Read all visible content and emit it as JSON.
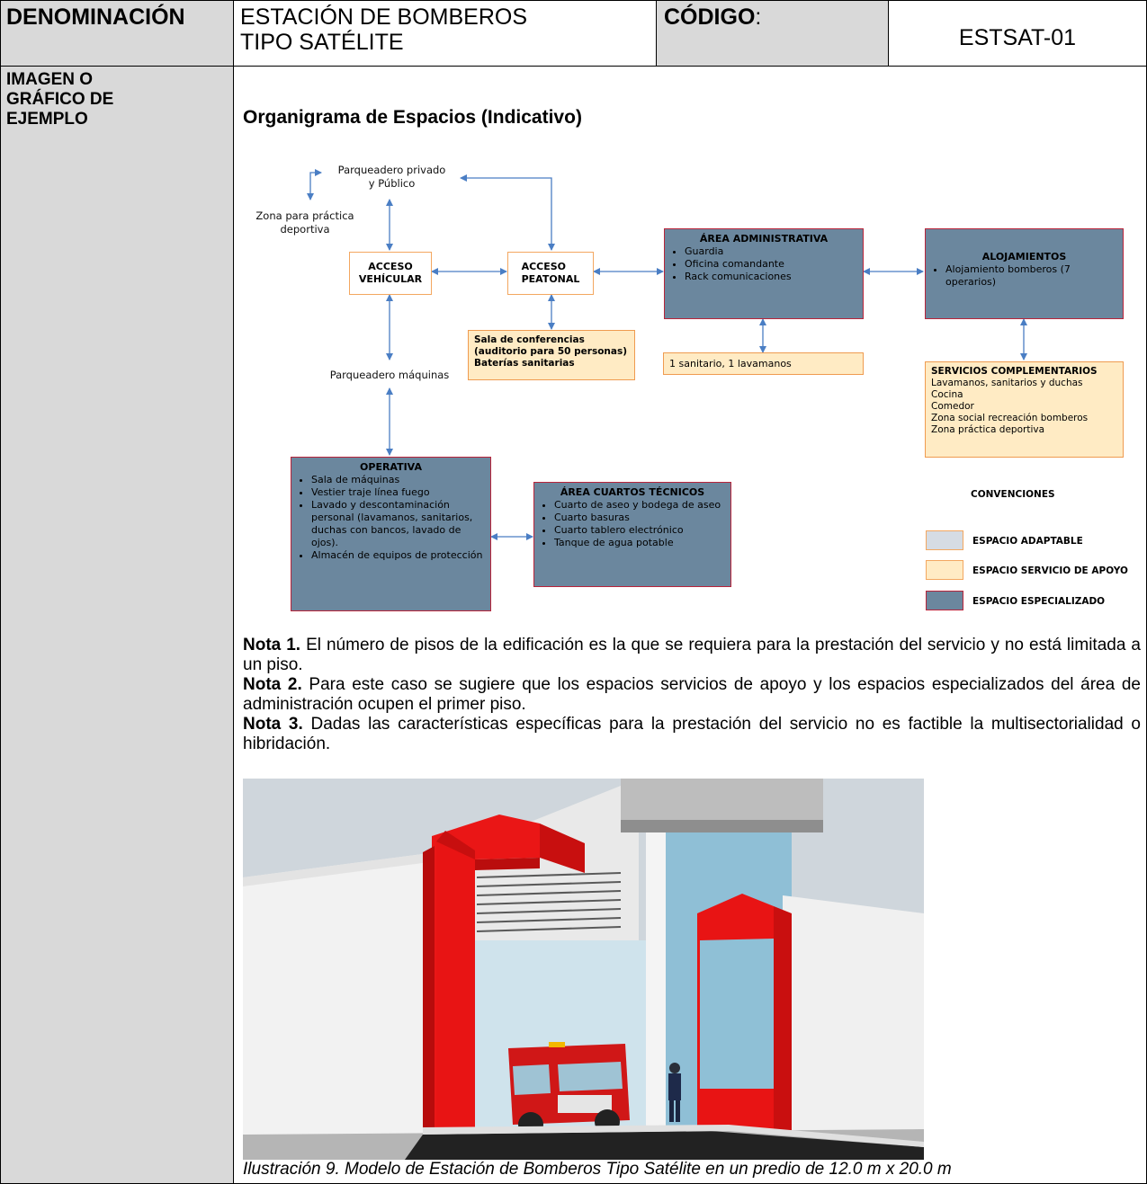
{
  "header": {
    "denominacion_label": "DENOMINACIÓN",
    "denominacion_value_line1": "ESTACIÓN DE BOMBEROS",
    "denominacion_value_line2": "TIPO SATÉLITE",
    "codigo_label": "CÓDIGO",
    "codigo_colon": ":",
    "codigo_value": "ESTSAT-01"
  },
  "side": {
    "line1": "IMAGEN O",
    "line2": "GRÁFICO DE",
    "line3": "EJEMPLO"
  },
  "organigrama": {
    "title": "Organigrama de Espacios (Indicativo)",
    "parking_public_line1": "Parqueadero privado",
    "parking_public_line2": "y Público",
    "sports_line1": "Zona para práctica",
    "sports_line2": "deportiva",
    "parking_machines": "Parqueadero máquinas",
    "acceso_vehicular_line1": "ACCESO",
    "acceso_vehicular_line2": "VEHÍCULAR",
    "acceso_peatonal_line1": "ACCESO",
    "acceso_peatonal_line2": "PEATONAL",
    "sala_line1": "Sala de conferencias",
    "sala_line2": "(auditorio para 50 personas)",
    "sala_line3": "Baterías sanitarias",
    "sanitario": "1 sanitario, 1 lavamanos",
    "admin_title": "ÁREA ADMINISTRATIVA",
    "admin_items": [
      "Guardia",
      "Oficina comandante",
      "Rack comunicaciones"
    ],
    "aloj_title": "ALOJAMIENTOS",
    "aloj_item": "Alojamiento bomberos (7 operarios)",
    "serv_title": "SERVICIOS COMPLEMENTARIOS",
    "serv_items": [
      "Lavamanos, sanitarios y duchas",
      "Cocina",
      "Comedor",
      "Zona social recreación bomberos",
      "Zona práctica deportiva"
    ],
    "oper_title": "OPERATIVA",
    "oper_items": [
      "Sala de máquinas",
      "Vestier traje línea fuego",
      "Lavado y descontaminación personal (lavamanos, sanitarios, duchas con bancos, lavado de ojos).",
      "Almacén de equipos de protección"
    ],
    "tec_title": "ÁREA CUARTOS TÉCNICOS",
    "tec_items": [
      "Cuarto de aseo y bodega de aseo",
      "Cuarto basuras",
      "Cuarto tablero electrónico",
      "Tanque de agua potable"
    ],
    "conv_title": "CONVENCIONES",
    "conv_items": [
      "ESPACIO ADAPTABLE",
      "ESPACIO SERVICIO DE APOYO",
      "ESPACIO ESPECIALIZADO"
    ],
    "colors": {
      "adaptable": "#d6dce4",
      "apoyo": "#ffebc4",
      "especializado": "#6b879e",
      "arrow": "#4a7ec4"
    }
  },
  "notes": [
    {
      "label": "Nota 1.",
      "text": " El número de pisos de la edificación es la que se requiera para la prestación del servicio y no está limitada a un piso."
    },
    {
      "label": "Nota 2.",
      "text": " Para este caso se sugiere que los espacios servicios de apoyo y los espacios especializados del área de administración ocupen el primer piso."
    },
    {
      "label": "Nota 3.",
      "text": " Dadas las características específicas para la prestación del servicio no es factible la multisectorialidad o hibridación."
    }
  ],
  "caption": "Ilustración 9. Modelo de Estación de Bomberos Tipo Satélite en un predio de 12.0 m x 20.0 m"
}
